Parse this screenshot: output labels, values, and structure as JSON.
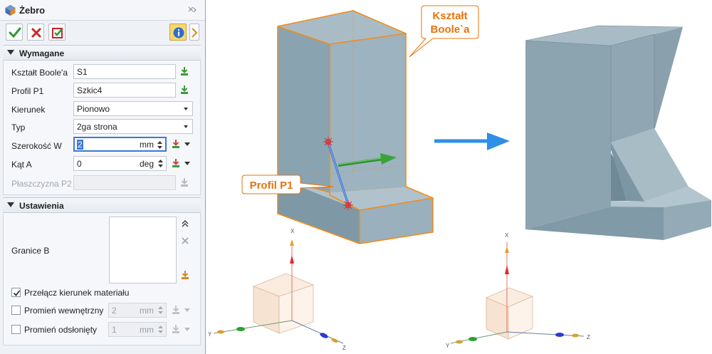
{
  "panel": {
    "title": "Żebro",
    "toolbar": {
      "ok": "ok-icon",
      "cancel": "cancel-icon",
      "apply": "apply-icon",
      "info": "info-icon"
    },
    "required": {
      "header": "Wymagane",
      "rows": [
        {
          "label": "Kształt Boole'a",
          "value": "S1"
        },
        {
          "label": "Profil P1",
          "value": "Szkic4"
        },
        {
          "label": "Kierunek",
          "value": "Pionowo"
        },
        {
          "label": "Typ",
          "value": "2ga strona"
        },
        {
          "label": "Szerokość W",
          "value": "2",
          "unit": "mm"
        },
        {
          "label": "Kąt A",
          "value": "0",
          "unit": "deg"
        },
        {
          "label": "Płaszczyzna P2",
          "value": ""
        }
      ]
    },
    "settings": {
      "header": "Ustawienia",
      "limits_label": "Granice B",
      "flip_material": {
        "label": "Przełącz kierunek materiału",
        "checked": true
      },
      "inner_radius": {
        "label": "Promień wewnętrzny",
        "checked": false,
        "value": "2",
        "unit": "mm"
      },
      "exposed_radius": {
        "label": "Promień odsłonięty",
        "checked": false,
        "value": "1",
        "unit": "mm"
      }
    }
  },
  "viewport": {
    "callout_boolean": [
      "Kształt",
      "Boole`a"
    ],
    "callout_profile": "Profil P1",
    "triad_left": {
      "x": "X",
      "y": "Y",
      "z": "Z"
    },
    "triad_right": {
      "x": "X",
      "y": "Y",
      "z": "Z"
    },
    "colors": {
      "part": "#8fa8b5",
      "edge_highlight": "#f28c1a",
      "arrow": "#2e8fe8",
      "callout_text": "#e8730c"
    }
  }
}
